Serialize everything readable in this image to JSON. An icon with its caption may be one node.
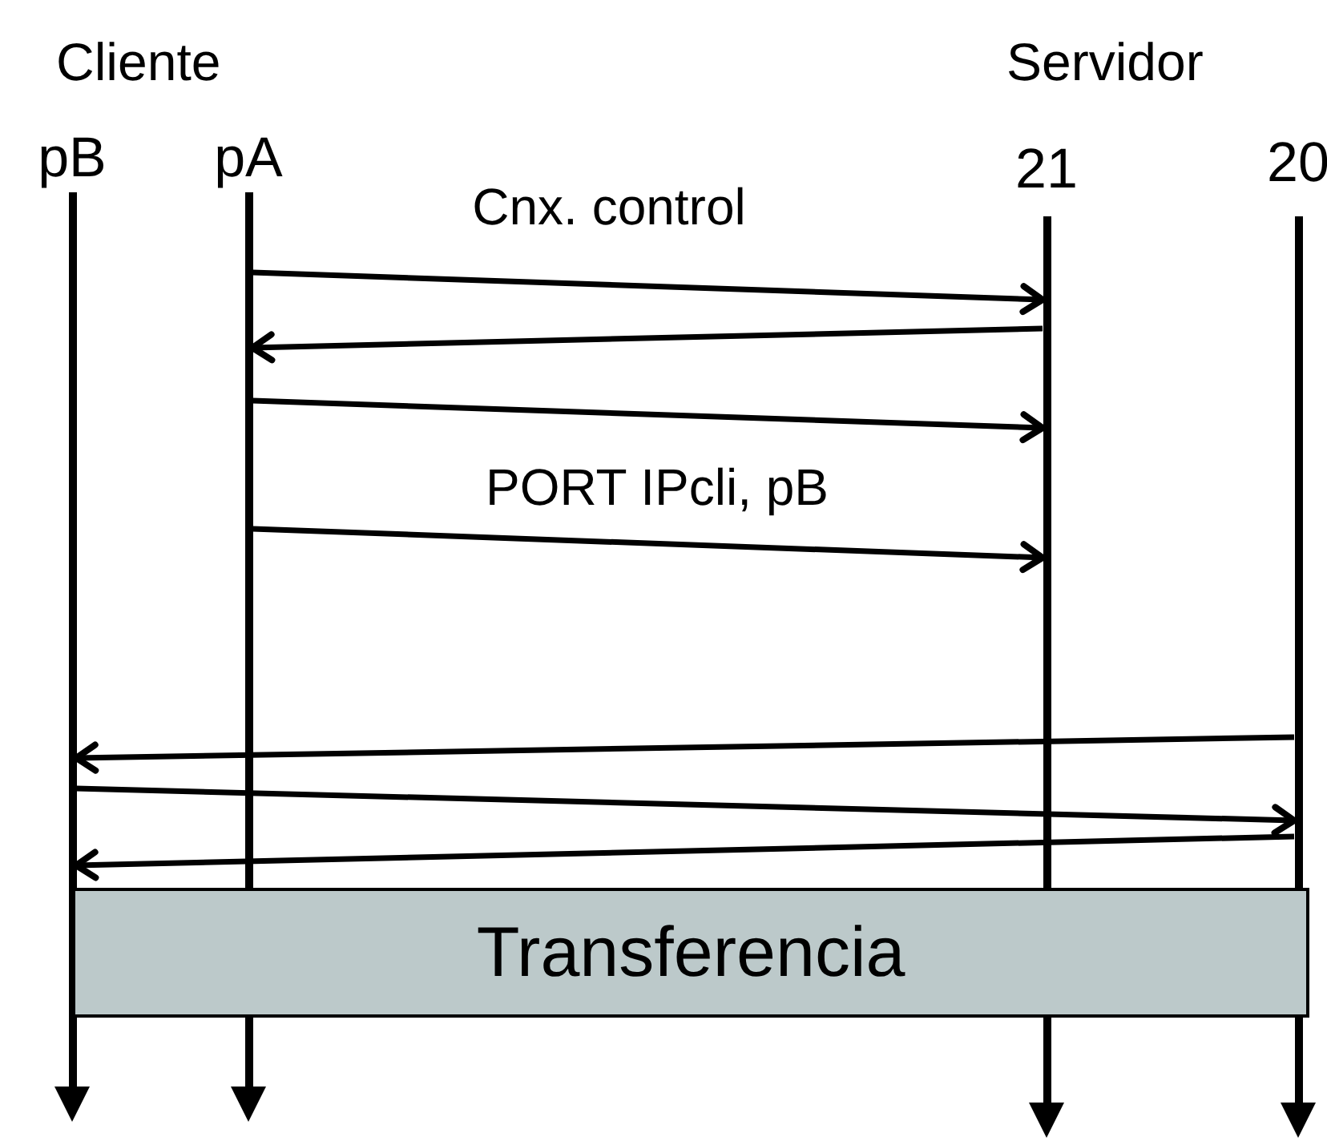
{
  "diagram": {
    "nodes": [
      {
        "text": [
          "pB"
        ]
      },
      {
        "text": [
          "pA"
        ]
      },
      {
        "text": [
          "21"
        ]
      },
      {
        "text": [
          "20"
        ]
      },
      {
        "text": [
          "Transferencia"
        ]
      }
    ],
    "edges": [
      {
        "from": 1,
        "to": 2,
        "arrow": "to",
        "label": "Cnx. control"
      },
      {
        "from": 2,
        "to": 1,
        "arrow": "to"
      },
      {
        "from": 1,
        "to": 2,
        "arrow": "to"
      },
      {
        "from": 1,
        "to": 2,
        "arrow": "to",
        "label": "PORT IPcli, pB"
      },
      {
        "from": 3,
        "to": 0,
        "arrow": "to"
      },
      {
        "from": 0,
        "to": 3,
        "arrow": "to"
      },
      {
        "from": 3,
        "to": 0,
        "arrow": "to"
      }
    ],
    "labels": [
      "Cliente",
      "Servidor"
    ]
  }
}
